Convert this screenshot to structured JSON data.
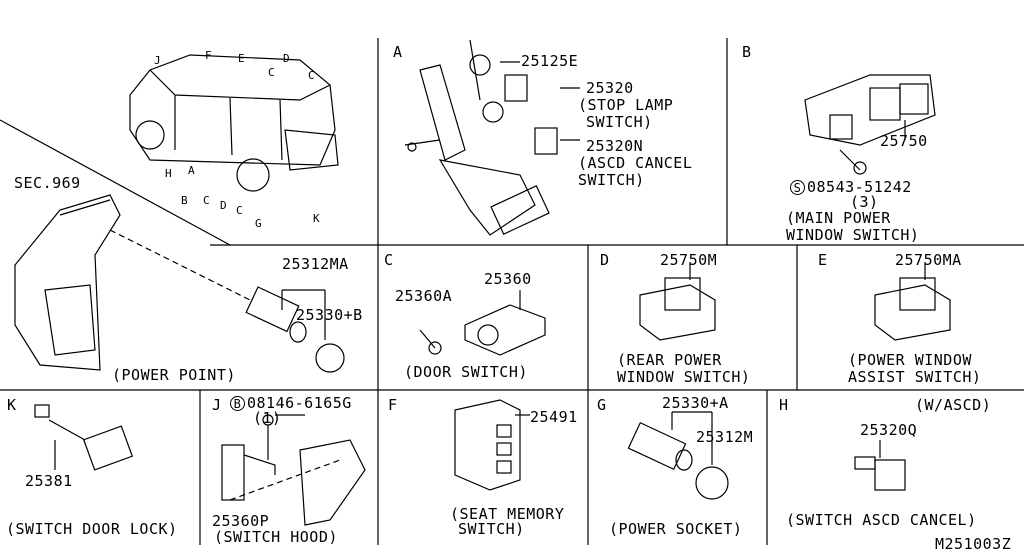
{
  "figure_code": "M251003Z",
  "car_labels": [
    "J",
    "F",
    "E",
    "D",
    "C",
    "C",
    "H",
    "A",
    "B",
    "C",
    "D",
    "C",
    "G",
    "K"
  ],
  "sections": {
    "A": {
      "letter": "A",
      "parts": [
        "25125E",
        "25320",
        "25320N"
      ],
      "caption_25320": [
        "(STOP LAMP",
        "SWITCH)"
      ],
      "caption_25320N": [
        "(ASCD CANCEL",
        "SWITCH)"
      ]
    },
    "B": {
      "letter": "B",
      "part": "25750",
      "bolt_symbol": "S",
      "bolt": "08543-51242",
      "bolt_qty": "(3)",
      "caption": [
        "(MAIN POWER",
        "WINDOW SWITCH)"
      ]
    },
    "power_point": {
      "sec_ref": "SEC.969",
      "parts": [
        "25312MA",
        "25330+B"
      ],
      "caption": "(POWER POINT)"
    },
    "C": {
      "letter": "C",
      "parts": [
        "25360A",
        "25360"
      ],
      "caption": "(DOOR SWITCH)"
    },
    "D": {
      "letter": "D",
      "part": "25750M",
      "caption": [
        "(REAR POWER",
        "WINDOW SWITCH)"
      ]
    },
    "E": {
      "letter": "E",
      "part": "25750MA",
      "caption": [
        "(POWER WINDOW",
        "ASSIST SWITCH)"
      ]
    },
    "K": {
      "letter": "K",
      "part": "25381",
      "caption": "(SWITCH DOOR LOCK)"
    },
    "J": {
      "letter": "J",
      "bolt_symbol": "B",
      "bolt": "08146-6165G",
      "bolt_qty": "(1)",
      "part": "25360P",
      "caption": "(SWITCH HOOD)"
    },
    "F": {
      "letter": "F",
      "part": "25491",
      "caption": [
        "(SEAT MEMORY",
        "SWITCH)"
      ]
    },
    "G": {
      "letter": "G",
      "parts": [
        "25330+A",
        "25312M"
      ],
      "caption": "(POWER SOCKET)"
    },
    "H": {
      "letter": "H",
      "note": "(W/ASCD)",
      "part": "25320Q",
      "caption": "(SWITCH ASCD CANCEL)"
    }
  }
}
